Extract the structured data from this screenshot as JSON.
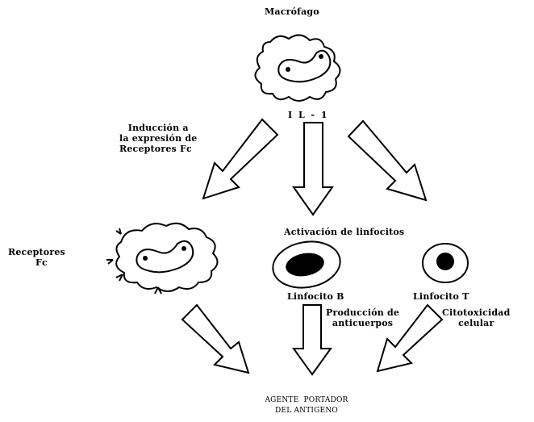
{
  "diagram": {
    "top_title": "Macrófago",
    "il1": "I L - 1",
    "induction_lines": [
      "Inducción a",
      "la expresión de",
      "Receptores Fc"
    ],
    "receptores_lines": [
      "Receptores",
      "Fc"
    ],
    "activacion": "Activación de linfocitos",
    "linfocito_b": "Linfocito B",
    "linfocito_t": "Linfocito T",
    "produccion_lines": [
      "Producción de",
      "anticuerpos"
    ],
    "citotoxicidad_lines": [
      "Citotoxicidad",
      "celular"
    ],
    "agente_lines": [
      "AGENTE  PORTADOR",
      "DEL ANTIGENO"
    ]
  }
}
